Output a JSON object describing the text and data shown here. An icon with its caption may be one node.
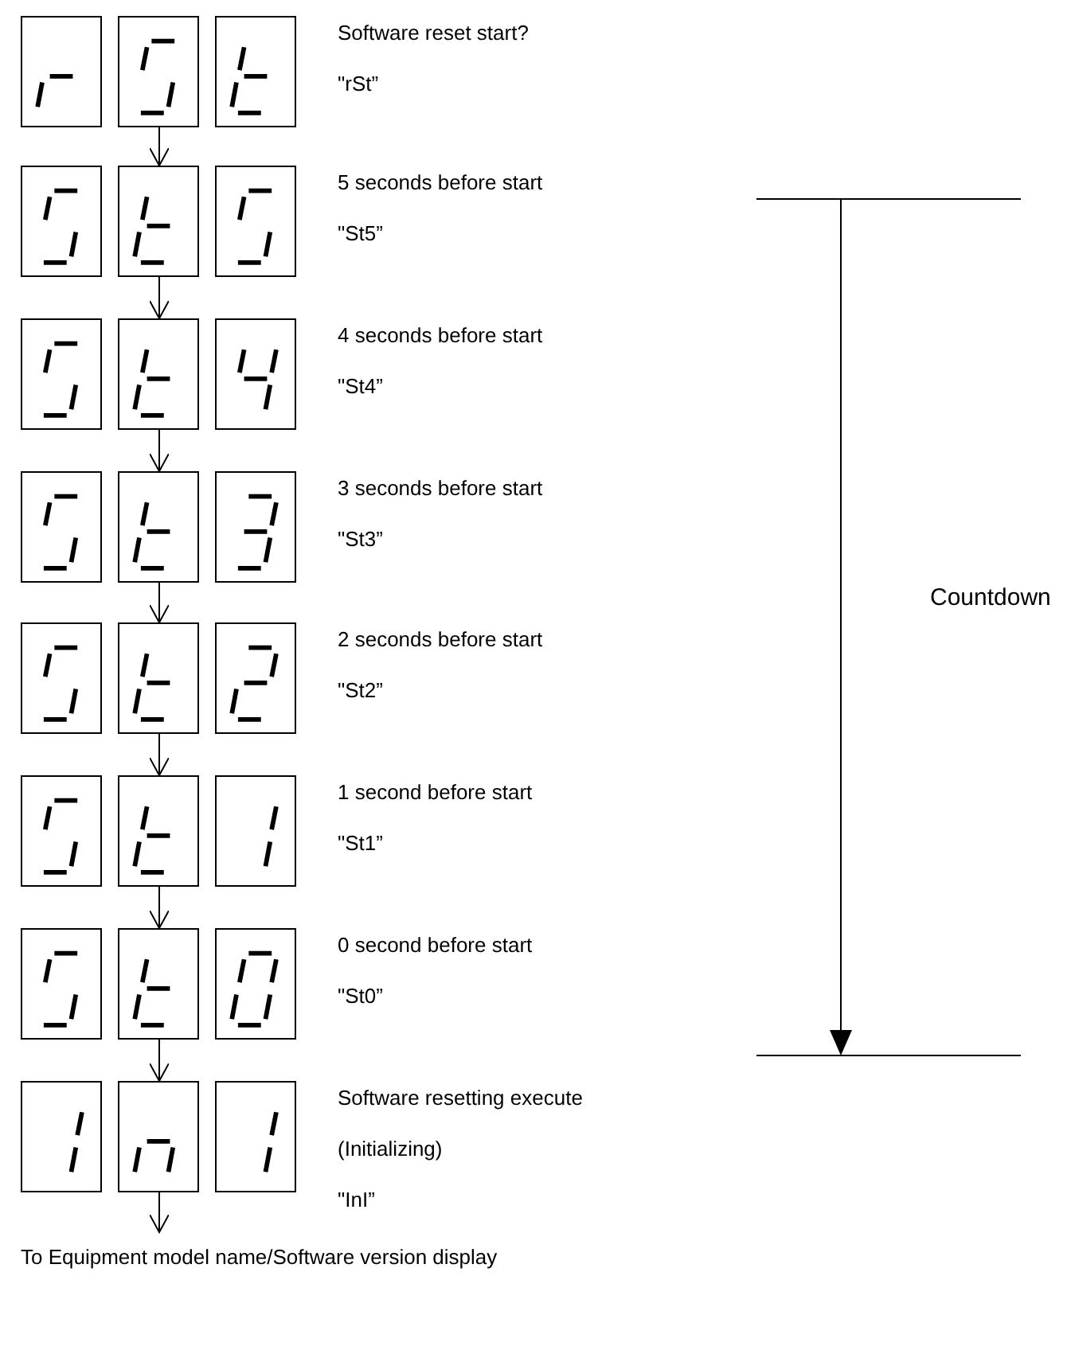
{
  "diagram": {
    "nodes": [
      {
        "text": [],
        "shape": "box",
        "beside": [
          "Software reset start?",
          "\"rSt”"
        ]
      },
      {
        "text": [],
        "shape": "box",
        "beside": [
          "5 seconds before start",
          "\"St5”"
        ]
      },
      {
        "text": [],
        "shape": "box",
        "beside": [
          "4 seconds before start",
          "\"St4”"
        ]
      },
      {
        "text": [],
        "shape": "box",
        "beside": [
          "3 seconds before start",
          "\"St3”"
        ]
      },
      {
        "text": [],
        "shape": "box",
        "beside": [
          "2 seconds before start",
          "\"St2”"
        ]
      },
      {
        "text": [],
        "shape": "box",
        "beside": [
          "1 second before start",
          "\"St1”"
        ]
      },
      {
        "text": [],
        "shape": "box",
        "beside": [
          "0 second before start",
          "\"St0”"
        ]
      },
      {
        "text": [],
        "shape": "box",
        "beside": [
          "Software resetting execute",
          "(Initializing)",
          "\"InI”"
        ]
      },
      {
        "text": [
          "To Equipment model name/Software version display"
        ]
      }
    ],
    "edges": [
      {
        "from": 0,
        "to": 1,
        "arrow": "to"
      },
      {
        "from": 1,
        "to": 2,
        "arrow": "to"
      },
      {
        "from": 2,
        "to": 3,
        "arrow": "to"
      },
      {
        "from": 3,
        "to": 4,
        "arrow": "to"
      },
      {
        "from": 4,
        "to": 5,
        "arrow": "to"
      },
      {
        "from": 5,
        "to": 6,
        "arrow": "to"
      },
      {
        "from": 6,
        "to": 7,
        "arrow": "to"
      },
      {
        "from": 7,
        "to": 8,
        "arrow": "to"
      }
    ],
    "labels": [
      "Countdown"
    ]
  }
}
